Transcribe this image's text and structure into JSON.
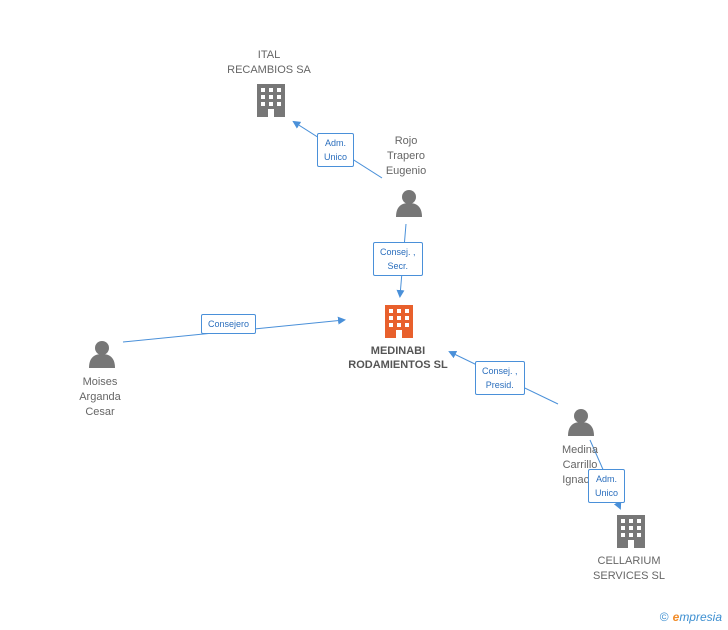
{
  "nodes": {
    "center": {
      "label": "MEDINABI\nRODAMIENTOS SL",
      "type": "company",
      "color": "#e8602c"
    },
    "ital": {
      "label": "ITAL\nRECAMBIOS SA",
      "type": "company",
      "color": "#7a7a7a"
    },
    "rojo": {
      "label": "Rojo\nTrapero\nEugenio",
      "type": "person"
    },
    "moises": {
      "label": "Moises\nArganda\nCesar",
      "type": "person"
    },
    "medina": {
      "label": "Medina\nCarrillo\nIgnacio",
      "type": "person"
    },
    "cellarium": {
      "label": "CELLARIUM\nSERVICES SL",
      "type": "company",
      "color": "#7a7a7a"
    }
  },
  "relations": {
    "rojo_ital": "Adm.\nUnico",
    "rojo_center": "Consej. ,\nSecr.",
    "moises_center": "Consejero",
    "medina_center": "Consej. ,\nPresid.",
    "medina_cellarium": "Adm.\nUnico"
  },
  "colors": {
    "edge": "#4a90d9",
    "icon": "#777777",
    "accent": "#e8602c"
  },
  "footer": {
    "copyright": "©",
    "brand_e": "e",
    "brand_rest": "mpresia"
  }
}
